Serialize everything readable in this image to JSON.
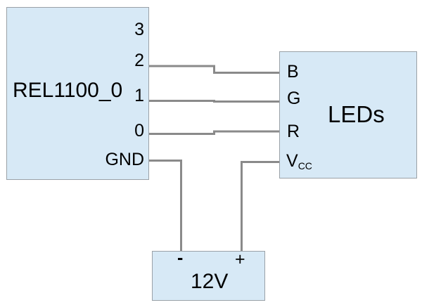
{
  "colors": {
    "background": "#ffffff",
    "component_fill": "#d7e9f6",
    "component_border": "#9aa1a7",
    "wire": "#8a8a8a",
    "text": "#000000"
  },
  "components": {
    "controller": {
      "label": "REL1100_0",
      "pins": {
        "p3": "3",
        "p2": "2",
        "p1": "1",
        "p0": "0",
        "gnd": "GND"
      }
    },
    "leds": {
      "label": "LEDs",
      "pins": {
        "b": "B",
        "g": "G",
        "r": "R",
        "vcc_base": "V",
        "vcc_sub": "CC"
      }
    },
    "battery": {
      "label": "12V",
      "terminals": {
        "negative": "-",
        "positive": "+"
      }
    }
  },
  "connections": [
    "controller.2 -> leds.B",
    "controller.1 -> leds.G",
    "controller.0 -> leds.R",
    "controller.GND -> battery.-",
    "leds.VCC -> battery.+"
  ]
}
